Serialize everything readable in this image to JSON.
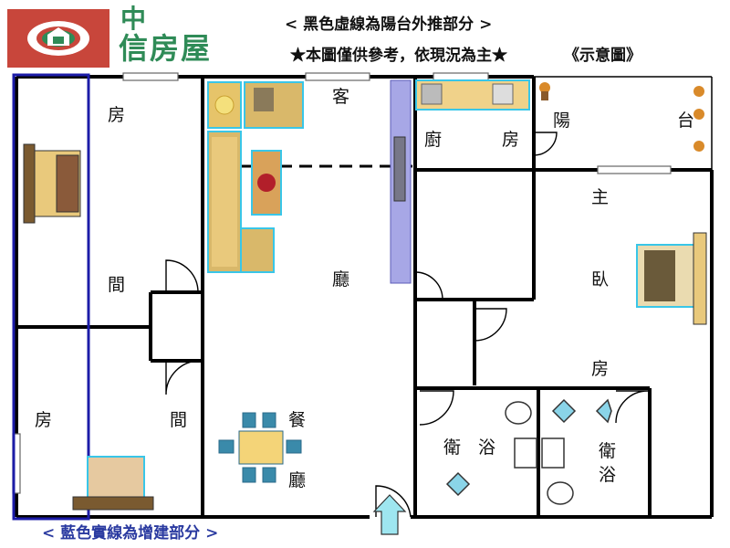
{
  "brand": {
    "name_line1": "中",
    "name_line2": "信房屋"
  },
  "notes": {
    "balcony_note": "< 黑色虛線為陽台外推部分 >",
    "disclaimer": "★本圖僅供參考，依現況為主★",
    "schematic": "《示意圖》",
    "blue_note": "< 藍色實線為增建部分 >"
  },
  "rooms": [
    {
      "id": "bedroom-left-top",
      "chars": [
        "房",
        "間"
      ]
    },
    {
      "id": "bedroom-left-bottom",
      "chars": [
        "房",
        "間"
      ]
    },
    {
      "id": "living-room",
      "chars": [
        "客",
        "廳"
      ]
    },
    {
      "id": "kitchen",
      "chars": [
        "廚",
        "房"
      ]
    },
    {
      "id": "balcony",
      "chars": [
        "陽",
        "台"
      ]
    },
    {
      "id": "master-bedroom",
      "chars": [
        "主",
        "臥",
        "房"
      ]
    },
    {
      "id": "dining-room",
      "chars": [
        "餐",
        "廳"
      ]
    },
    {
      "id": "bathroom-1",
      "chars": [
        "衛",
        "浴"
      ]
    },
    {
      "id": "bathroom-2",
      "chars": [
        "衛",
        "浴"
      ]
    }
  ],
  "colors": {
    "wall": "#000000",
    "brand_red": "#c8463b",
    "brand_green": "#2f8b57",
    "extension_blue": "#1c1ca8",
    "furniture_outline": "#39c6e8",
    "window_panel": "#a7a7e6",
    "entrance_arrow": "#9ee6f0"
  }
}
